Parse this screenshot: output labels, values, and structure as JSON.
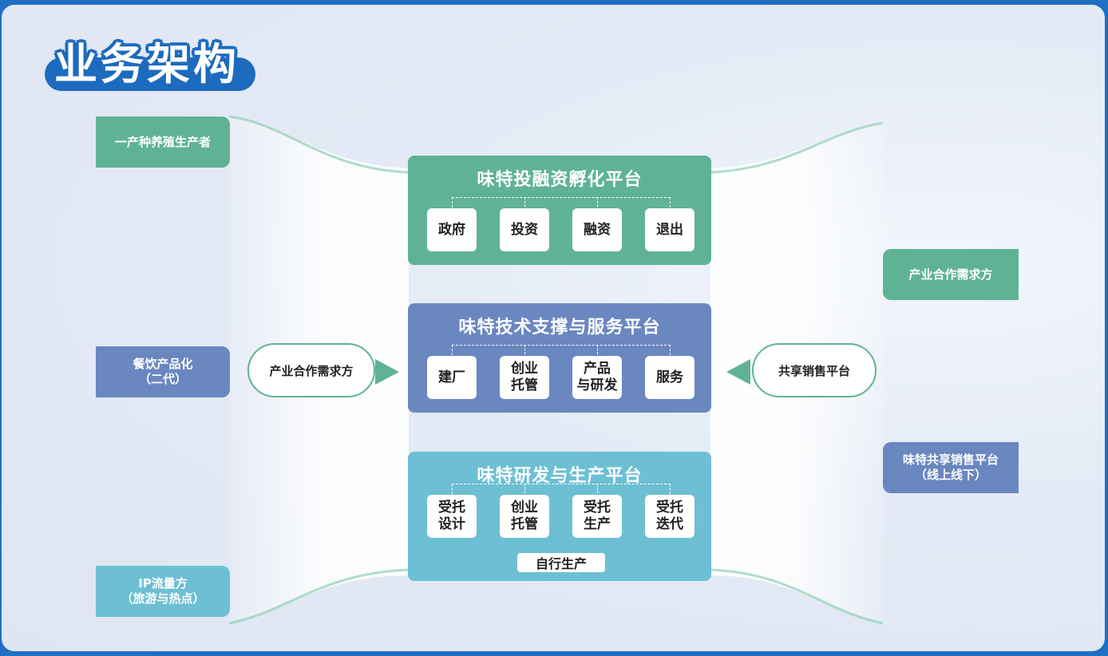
{
  "page_title": "业务架构",
  "left_sources": [
    {
      "label": "一产种养殖生产者"
    },
    {
      "label": "餐饮产品化\n（二代）"
    },
    {
      "label": "IP流量方\n（旅游与热点）"
    }
  ],
  "right_targets": [
    {
      "label": "产业合作需求方"
    },
    {
      "label": "味特共享销售平台\n（线上线下）"
    }
  ],
  "platforms": [
    {
      "title": "味特投融资孵化平台",
      "items": [
        "政府",
        "投资",
        "融资",
        "退出"
      ]
    },
    {
      "title": "味特技术支撑与服务平台",
      "items": [
        "建厂",
        "创业\n托管",
        "产品\n与研发",
        "服务"
      ]
    },
    {
      "title": "味特研发与生产平台",
      "items": [
        "受托\n设计",
        "创业\n托管",
        "受托\n生产",
        "受托\n迭代"
      ],
      "footer": "自行生产"
    }
  ],
  "inputs": {
    "left": "产业合作需求方",
    "right": "共享销售平台"
  },
  "colors": {
    "green": "#5fb394",
    "blue": "#6a87c0",
    "teal": "#6dbfd3",
    "frame": "#1f6fc2"
  }
}
